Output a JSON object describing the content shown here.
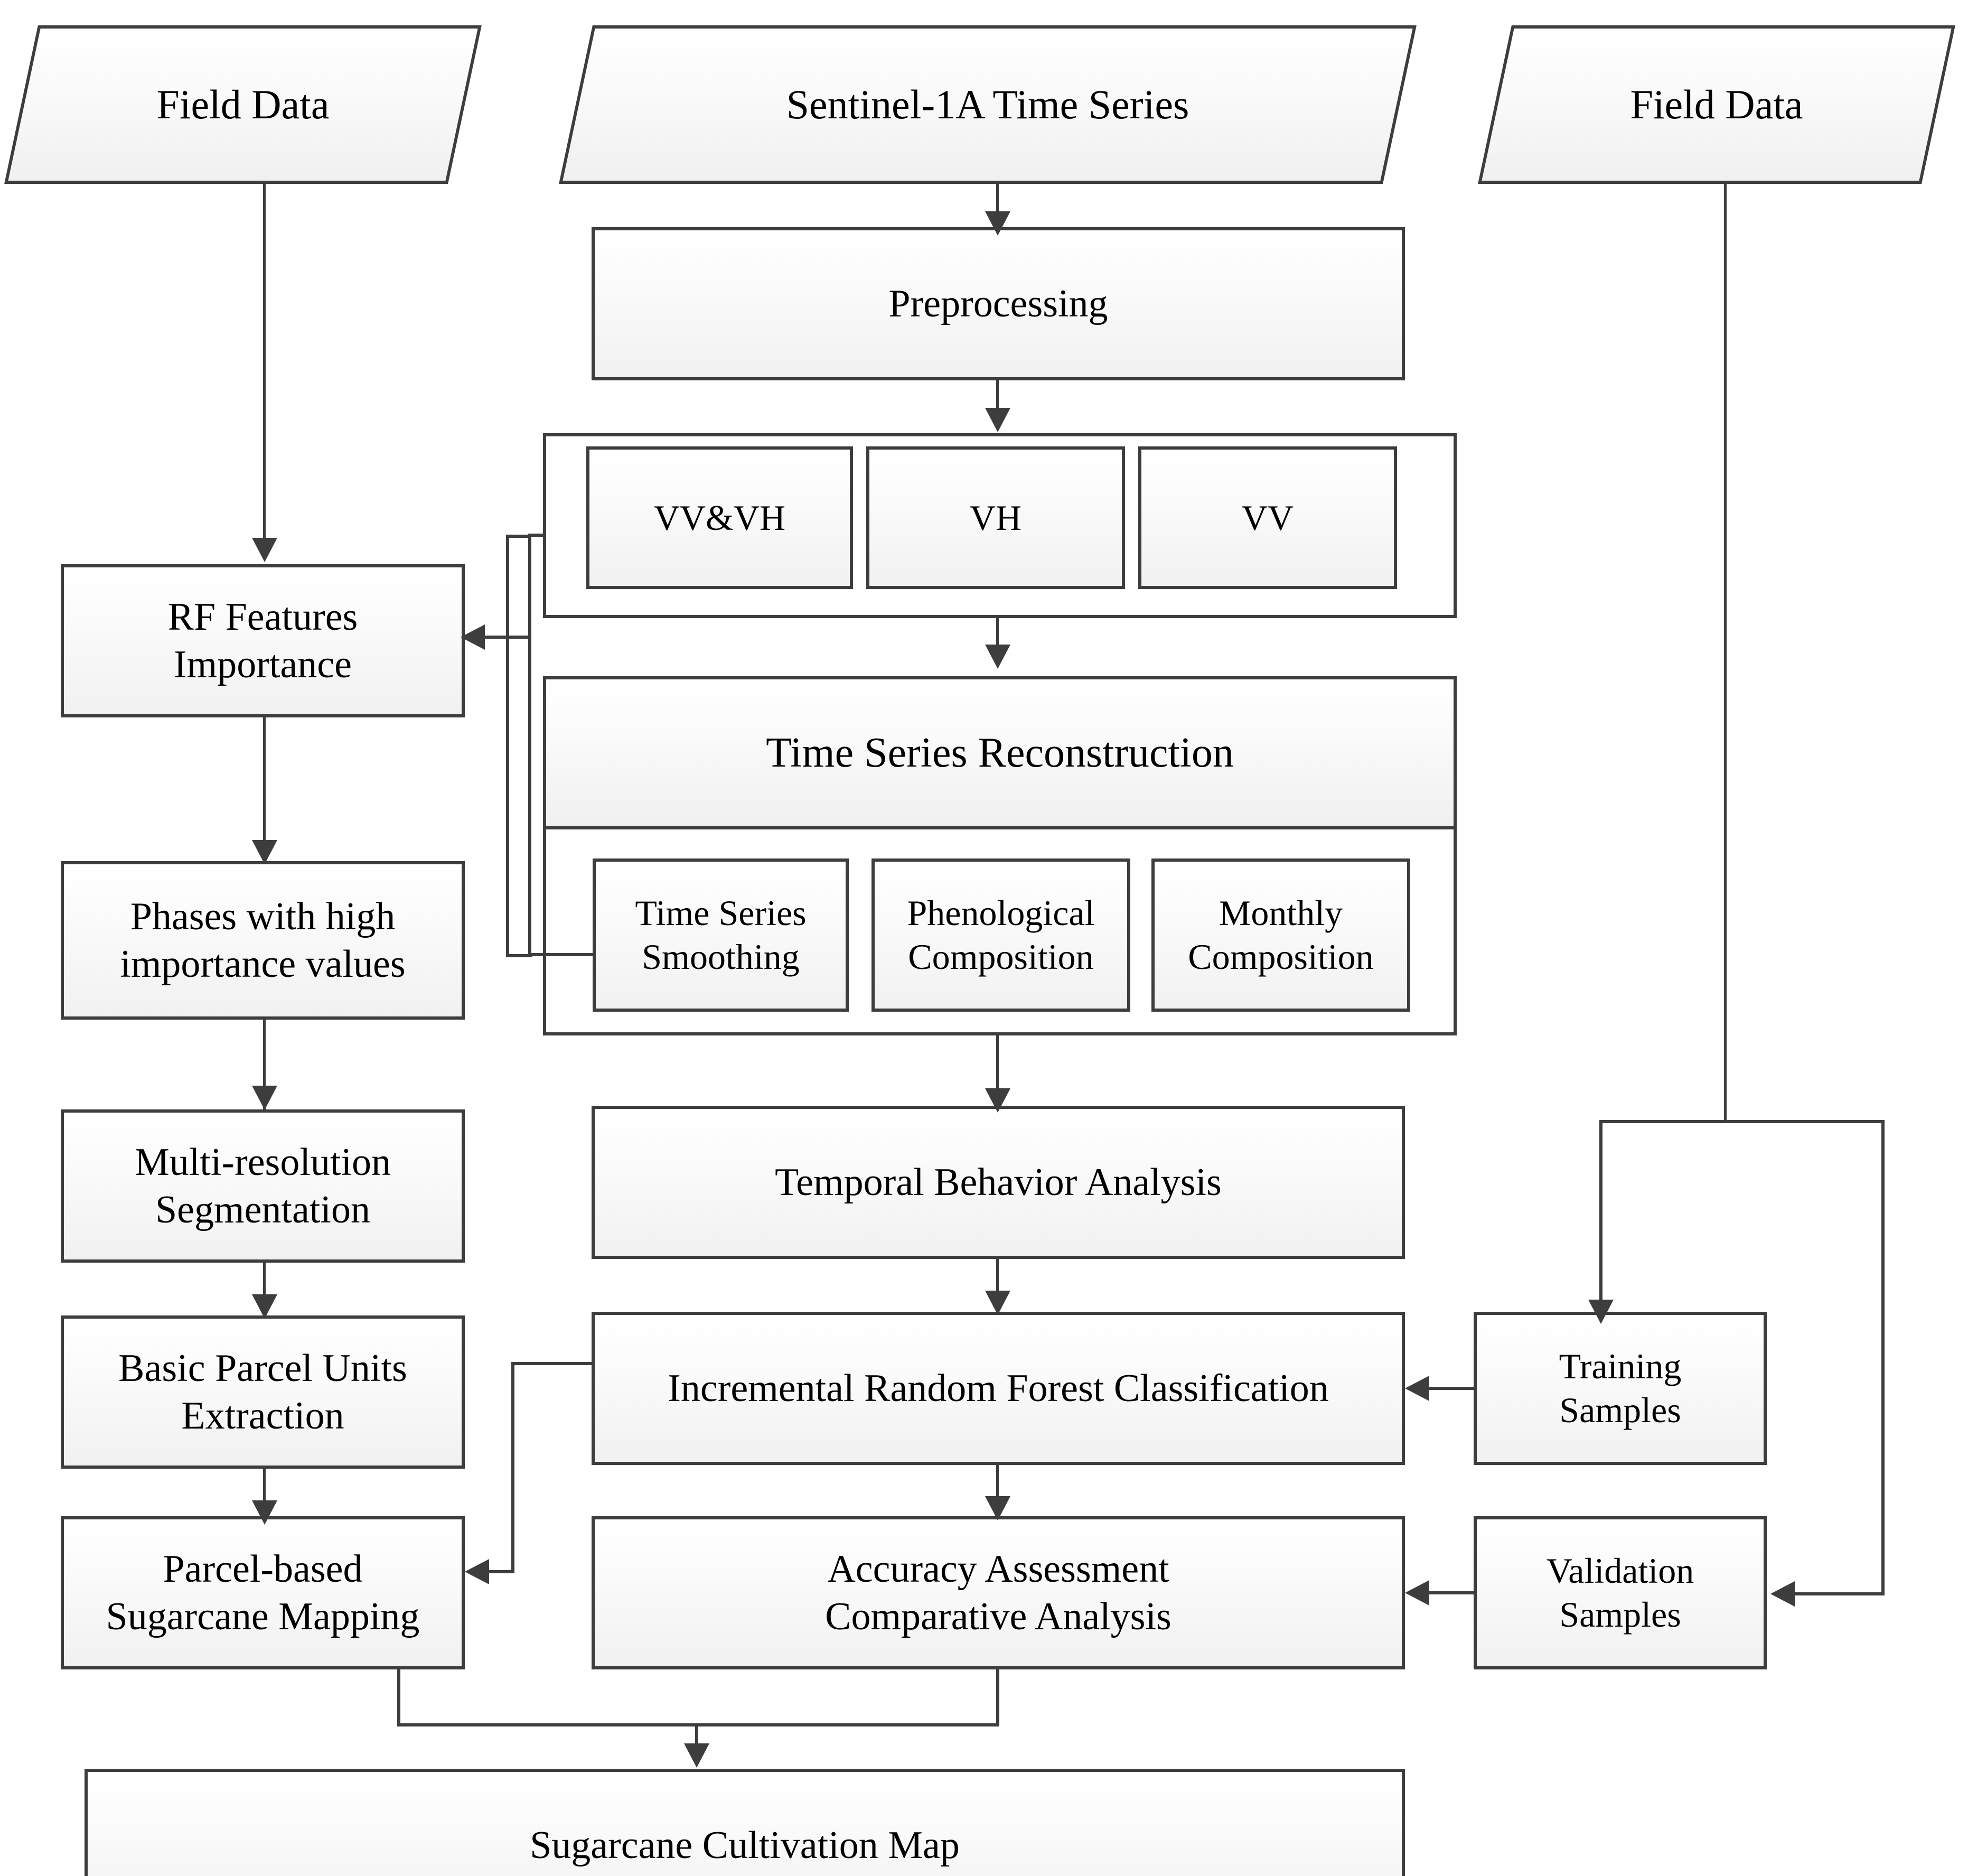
{
  "diagram": {
    "title": "Sugarcane mapping workflow using Sentinel-1A time series",
    "colors": {
      "stroke": "#3d3d3d",
      "fill_top": "#ffffff",
      "fill_bottom": "#f0f0f0",
      "background": "#ffffff",
      "text": "#000000"
    }
  },
  "inputs": {
    "field_data_left": "Field Data",
    "sentinel": "Sentinel-1A Time Series",
    "field_data_right": "Field Data"
  },
  "center_column": {
    "preprocessing": "Preprocessing",
    "polarization_group": {
      "options": [
        "VV&VH",
        "VH",
        "VV"
      ]
    },
    "reconstruction_group": {
      "header": "Time Series Reconstruction",
      "methods": [
        "Time Series\nSmoothing",
        "Phenological\nComposition",
        "Monthly\nComposition"
      ]
    },
    "temporal_behavior": "Temporal Behavior Analysis",
    "classification": "Incremental Random Forest Classification",
    "accuracy": "Accuracy Assessment\nComparative Analysis"
  },
  "left_column": {
    "rf_importance": "RF Features\nImportance",
    "phases": "Phases with high\nimportance values",
    "segmentation": "Multi-resolution\nSegmentation",
    "parcel_units": "Basic Parcel Units\nExtraction",
    "parcel_mapping": "Parcel-based\nSugarcane Mapping"
  },
  "right_column": {
    "training": "Training\nSamples",
    "validation": "Validation\nSamples"
  },
  "output": {
    "final_map": "Sugarcane Cultivation Map"
  }
}
